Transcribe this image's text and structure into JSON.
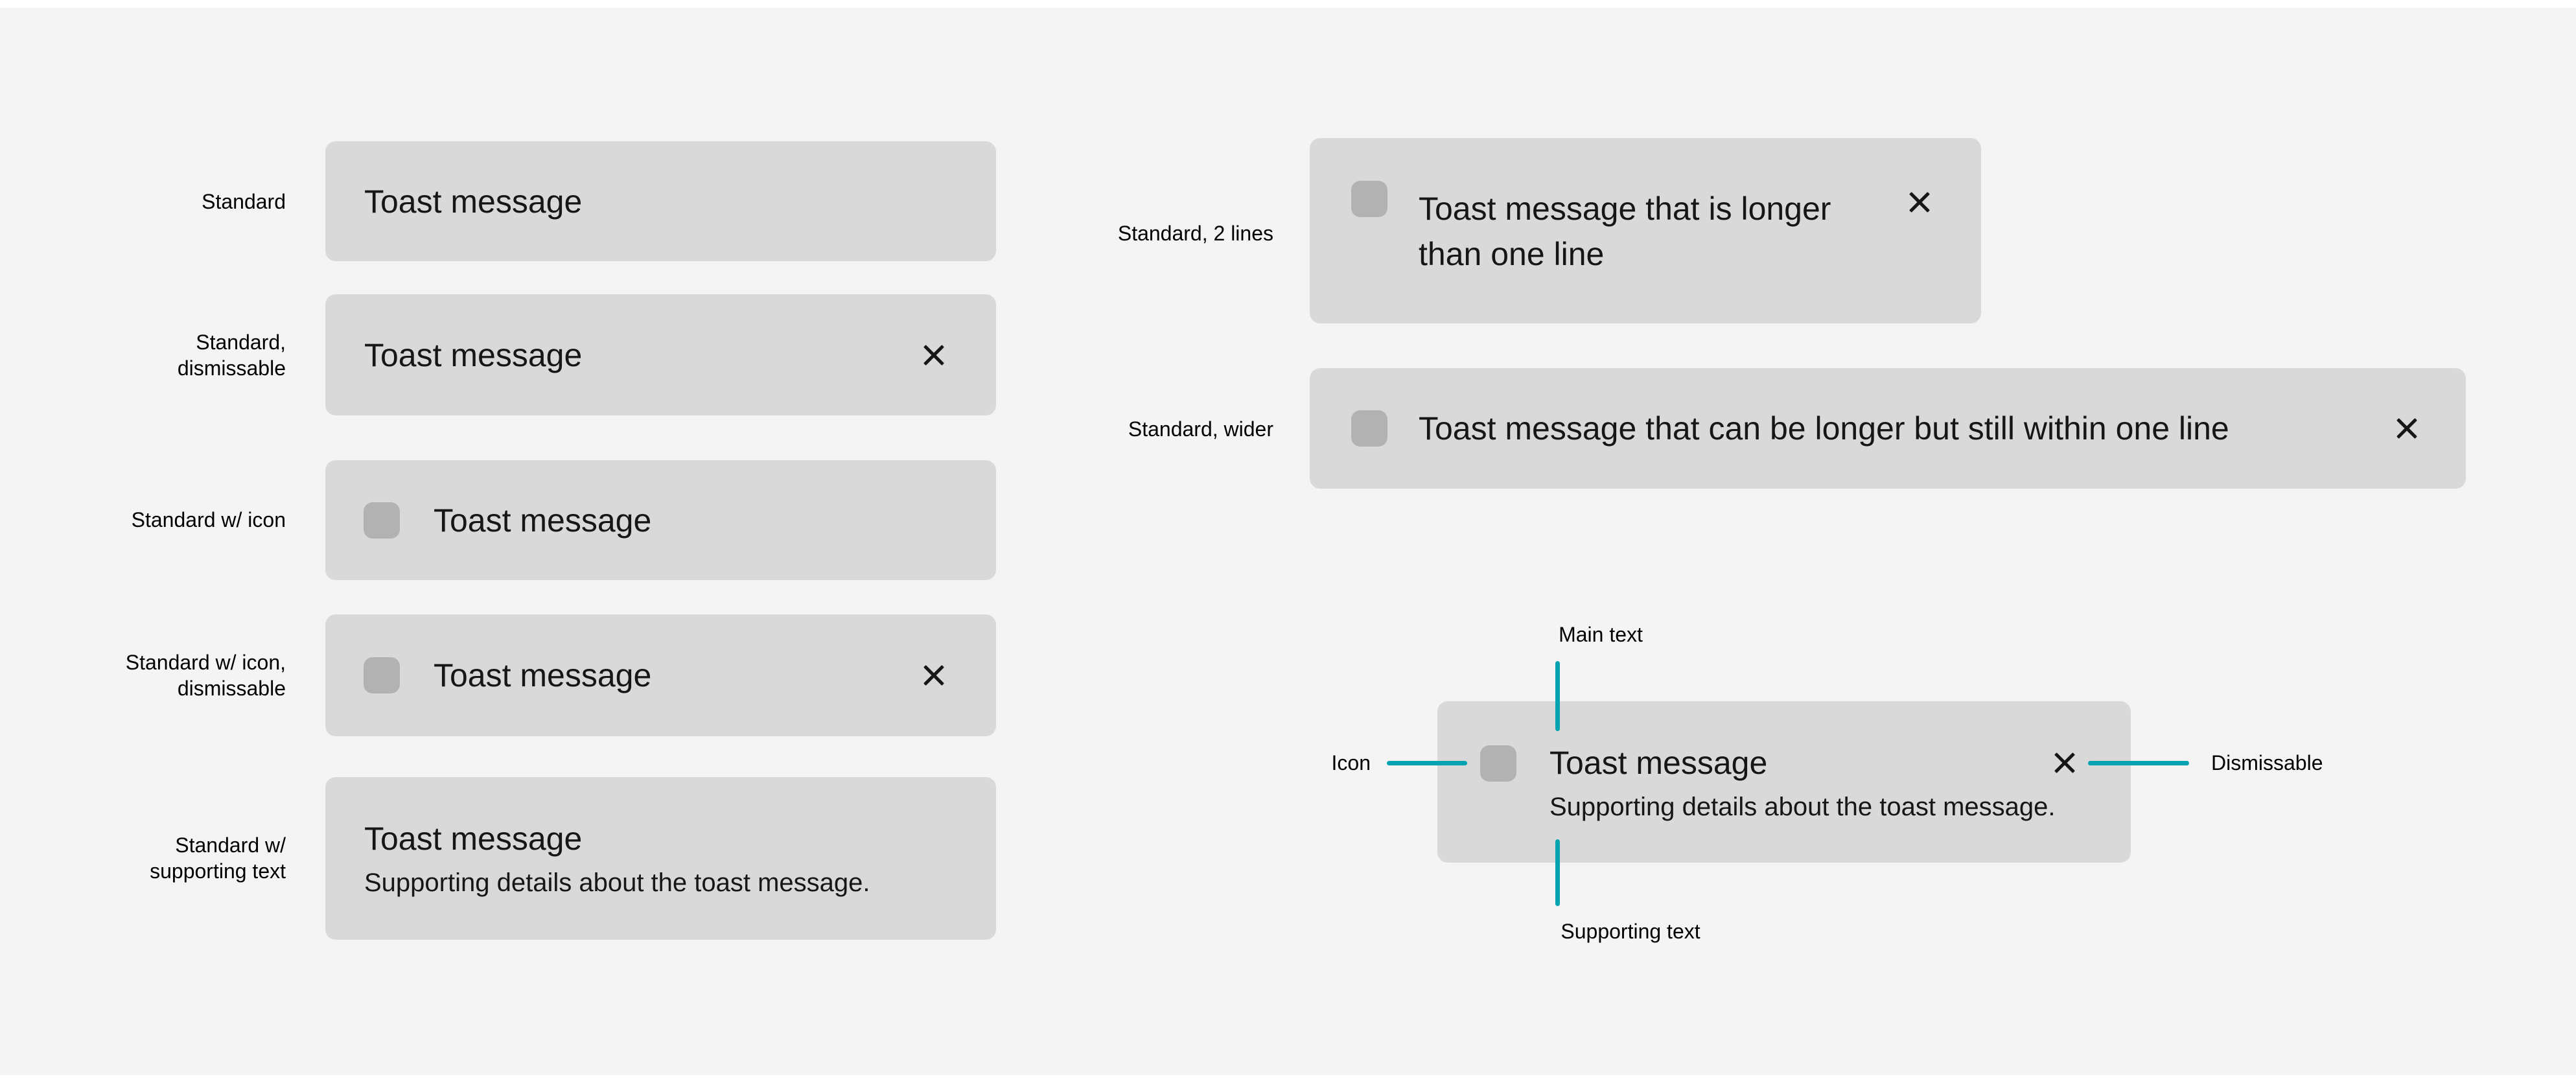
{
  "colors": {
    "page_background": "#f4f4f4",
    "toast_background": "#d9d9d9",
    "icon_placeholder": "#b2b2b2",
    "text": "#161616",
    "callout_line": "#00a3b0"
  },
  "variants": {
    "standard": {
      "label": "Standard",
      "message": "Toast message"
    },
    "standard_dismissable": {
      "label_lines": [
        "Standard,",
        "dismissable"
      ],
      "message": "Toast message"
    },
    "standard_icon": {
      "label": "Standard w/ icon",
      "message": "Toast message"
    },
    "standard_icon_dismissable": {
      "label_lines": [
        "Standard w/ icon,",
        "dismissable"
      ],
      "message": "Toast message"
    },
    "standard_supporting": {
      "label_lines": [
        "Standard w/",
        "supporting text"
      ],
      "message": "Toast message",
      "supporting_text": "Supporting details about the toast message."
    },
    "standard_two_lines": {
      "label": "Standard, 2 lines",
      "message_lines": [
        "Toast message that is longer",
        "than one line"
      ]
    },
    "standard_wider": {
      "label": "Standard, wider",
      "message": "Toast message that can be longer but still within one line"
    }
  },
  "anatomy": {
    "message": "Toast message",
    "supporting_text": "Supporting details about the toast message.",
    "callout_main_text": "Main text",
    "callout_icon": "Icon",
    "callout_dismissable": "Dismissable",
    "callout_supporting_text": "Supporting text"
  }
}
